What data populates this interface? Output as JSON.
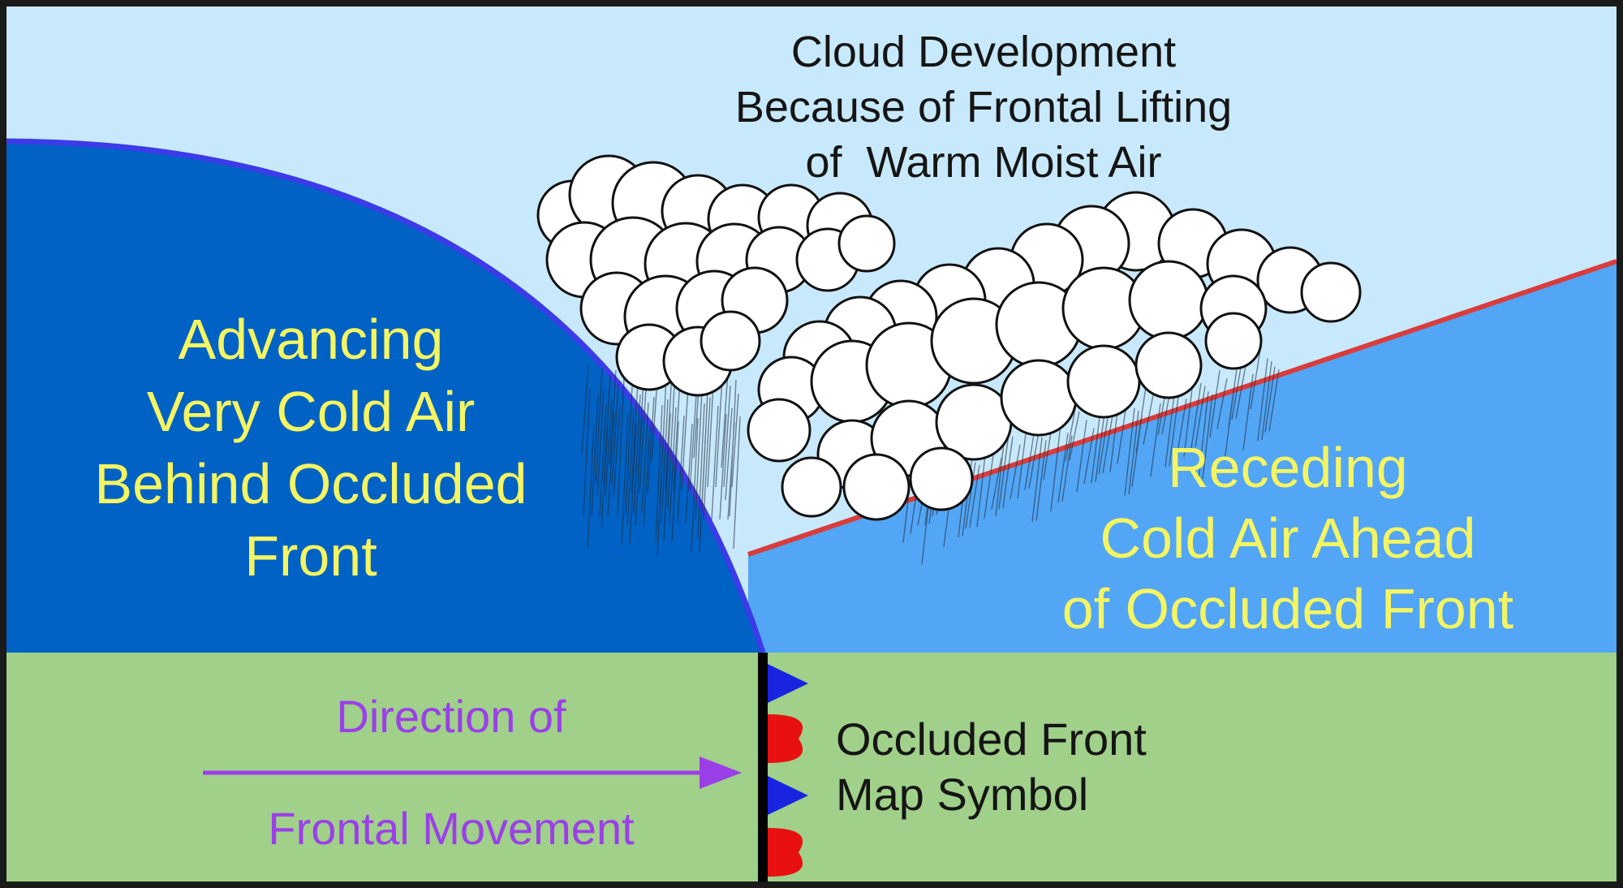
{
  "colors": {
    "sky": "#c8e9fb",
    "very_cold_air": "#0062c4",
    "cold_air": "#52a6f5",
    "ground": "#a0d08a",
    "cold_front_line": "#3b3be8",
    "warm_boundary": "#d93c3c",
    "yellow_text": "#f5f562",
    "purple_text": "#9b3fe8",
    "triangle": "#1a24e0",
    "semicircle": "#e81010",
    "border": "#1a1a1a"
  },
  "labels": {
    "title": [
      "Cloud Development",
      "Because of Frontal Lifting",
      "of  Warm Moist Air"
    ],
    "advancing": [
      "Advancing",
      "Very Cold Air",
      "Behind Occluded",
      "Front"
    ],
    "receding": [
      "Receding",
      "Cold Air Ahead",
      "of Occluded Front"
    ],
    "direction_top": "Direction of",
    "direction_bottom": "Frontal Movement",
    "symbol": [
      "Occluded Front",
      "Map Symbol"
    ]
  },
  "icons": {
    "front_symbol": "occluded-front-symbol-icon",
    "arrow": "direction-arrow-icon",
    "cloud": "cumulus-cloud-icon",
    "rain": "rain-streaks-icon"
  }
}
